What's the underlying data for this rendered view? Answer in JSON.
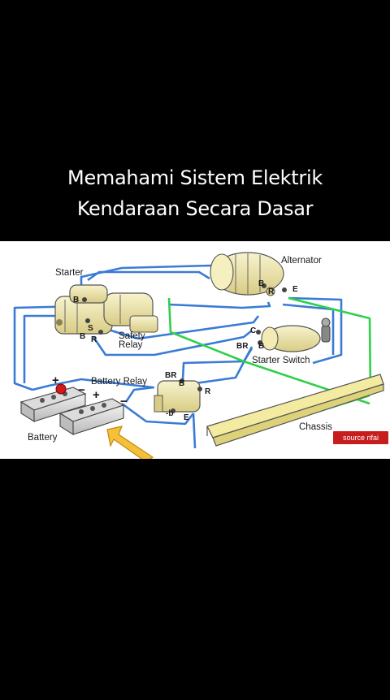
{
  "title": {
    "line1": "Memahami Sistem Elektrik",
    "line2": "Kendaraan Secara Dasar"
  },
  "labels": {
    "starter": "Starter",
    "alternator": "Alternator",
    "safety_relay_1": "Safety",
    "safety_relay_2": "Relay",
    "starter_switch": "Starter Switch",
    "battery_relay": "Battery Relay",
    "battery": "Battery",
    "chassis": "Chassis"
  },
  "terminals": {
    "b": "B",
    "s": "S",
    "r": "R",
    "e": "E",
    "c": "C",
    "br": "BR",
    "b_minus": "-b",
    "plus": "+",
    "minus": "−"
  },
  "badge": "source rifai",
  "colors": {
    "wire_blue": "#3a7bd5",
    "wire_green": "#2fd04a",
    "component": "#efe6a8",
    "chassis": "#f2eba0",
    "arrow": "#f4c03a",
    "badge": "#c81d1d"
  }
}
